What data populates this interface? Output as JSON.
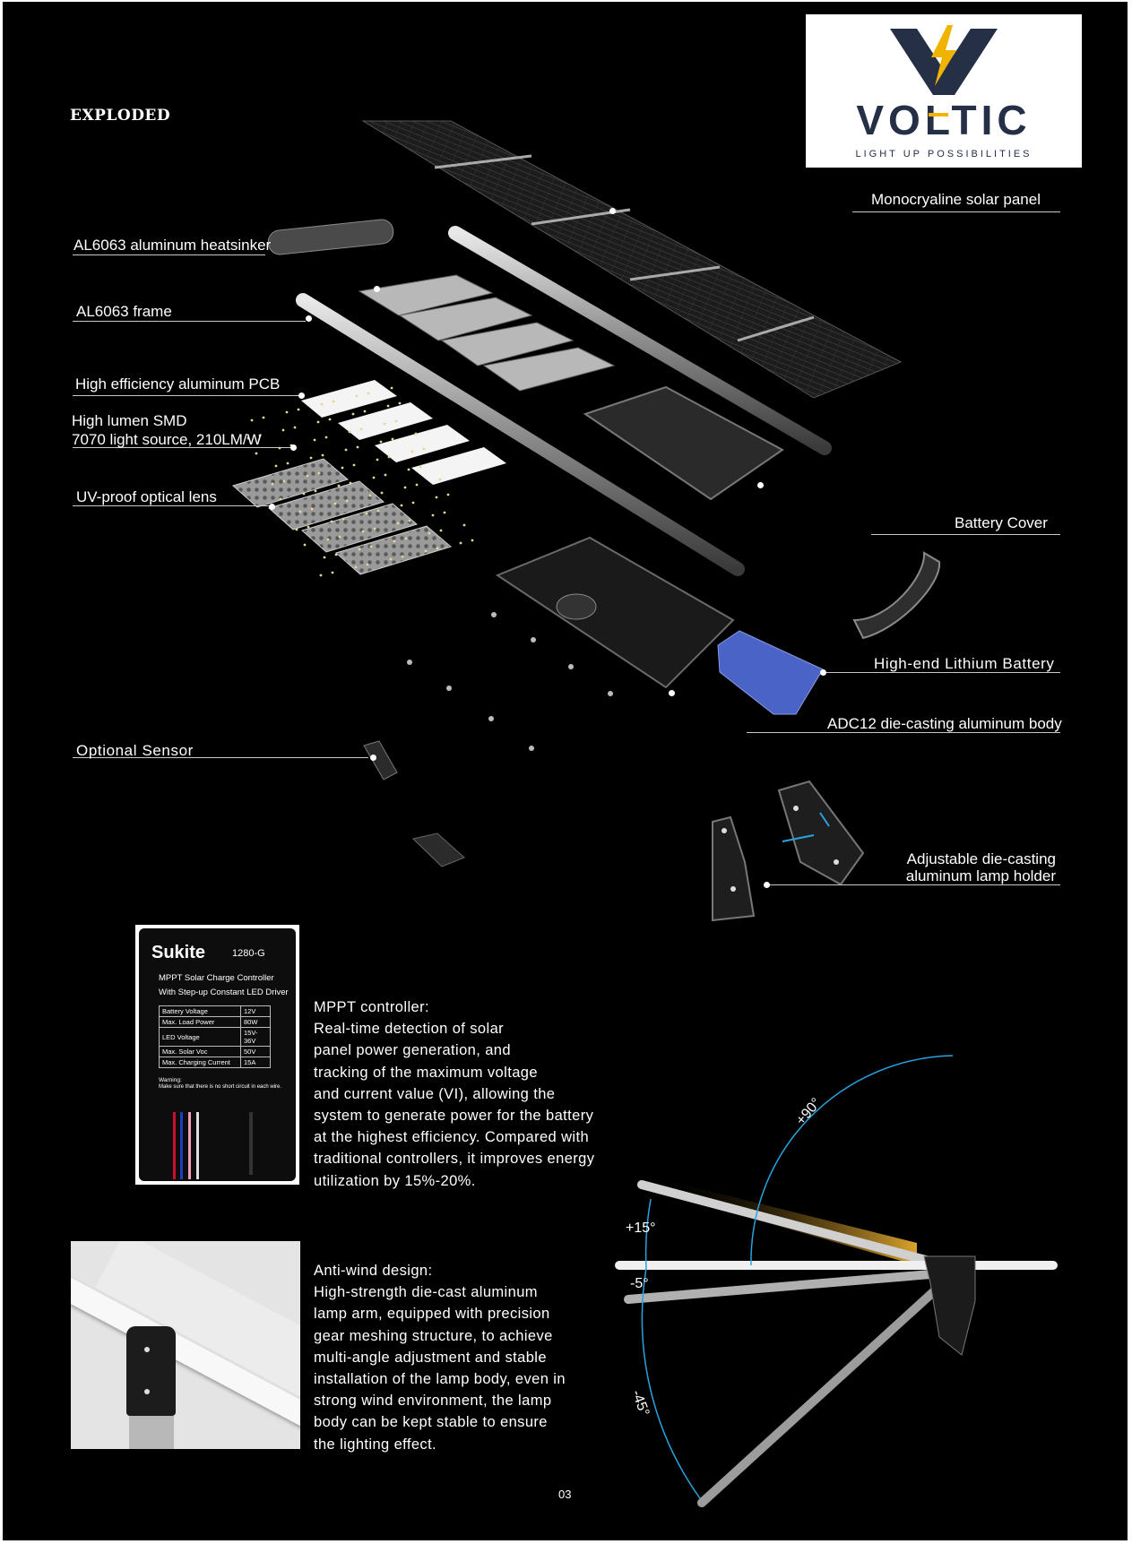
{
  "heading": "EXPLODED",
  "logo": {
    "brand": "VOLTIC",
    "tagline": "LIGHT UP POSSIBILITIES",
    "accent": "#f0b400",
    "dark": "#253046"
  },
  "labels": {
    "solar_panel": "Monocryaline solar panel",
    "heatsinker": "AL6063 aluminum heatsinker",
    "frame": "AL6063 frame",
    "pcb": "High efficiency aluminum PCB",
    "smd_line1": "High lumen SMD",
    "smd_line2": "7070 light source, 210LM/W",
    "lens": "UV-proof optical lens",
    "battery_cover": "Battery Cover",
    "battery": "High-end  Lithium Battery",
    "body": "ADC12 die-casting aluminum body",
    "sensor": "Optional Sensor",
    "holder_line1": "Adjustable die-casting",
    "holder_line2": "aluminum lamp holder"
  },
  "controller": {
    "brand": "Sukite",
    "model": "1280-G",
    "title_line1": "MPPT Solar Charge Controller",
    "title_line2": "With Step-up Constant LED Driver",
    "specs": [
      {
        "name": "Battery Voltage",
        "value": "12V"
      },
      {
        "name": "Max. Load Power",
        "value": "80W"
      },
      {
        "name": "LED Voltage",
        "value": "15V-36V"
      },
      {
        "name": "Max. Solar Voc",
        "value": "50V"
      },
      {
        "name": "Max. Charging Current",
        "value": "15A"
      }
    ],
    "warning": "Warning:",
    "warning_text": "Make sure that there is no short circuit in each wire."
  },
  "mppt": {
    "lines": [
      "MPPT controller:",
      "Real-time detection of solar",
      "panel power generation, and",
      "tracking of the maximum voltage",
      "and current value (VI), allowing the",
      "system to generate power for the battery",
      "at the highest efficiency. Compared with",
      "traditional controllers, it improves energy",
      "utilization by 15%-20%."
    ]
  },
  "wind": {
    "lines": [
      "Anti-wind design:",
      "High-strength die-cast aluminum",
      "lamp arm, equipped with precision",
      "gear meshing structure, to achieve",
      "multi-angle adjustment and stable",
      "installation of the lamp body, even in",
      "strong wind environment, the lamp",
      "body can be kept stable to ensure",
      "the lighting effect."
    ]
  },
  "angles": {
    "plus90": "+90°",
    "plus15": "+15°",
    "minus5": "-5°",
    "minus45": "-45°"
  },
  "page_number": "03"
}
